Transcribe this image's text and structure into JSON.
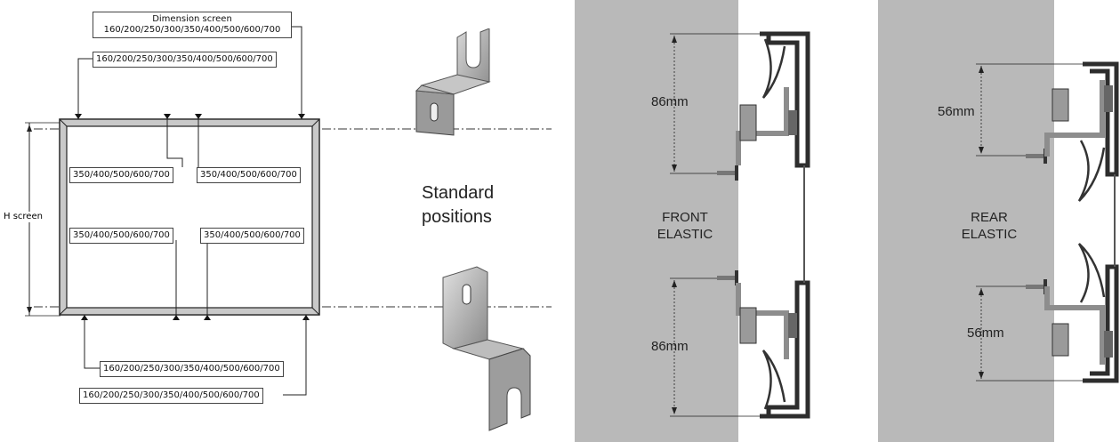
{
  "drawing": {
    "dimension_screen_title": "Dimension screen",
    "dimension_values": "160/200/250/300/350/400/500/600/700",
    "h_screen_label": "H screen",
    "inner_values": "350/400/500/600/700"
  },
  "captions": {
    "standard_line1": "Standard",
    "standard_line2": "positions"
  },
  "front_elastic": {
    "title_line1": "FRONT",
    "title_line2": "ELASTIC",
    "top_distance": "86mm",
    "bottom_distance": "86mm"
  },
  "rear_elastic": {
    "title_line1": "REAR",
    "title_line2": "ELASTIC",
    "top_distance": "56mm",
    "bottom_distance": "56mm"
  },
  "colors": {
    "wall": "#b9b9b9",
    "frame": "#333333",
    "metal": "#a8a8a8"
  }
}
